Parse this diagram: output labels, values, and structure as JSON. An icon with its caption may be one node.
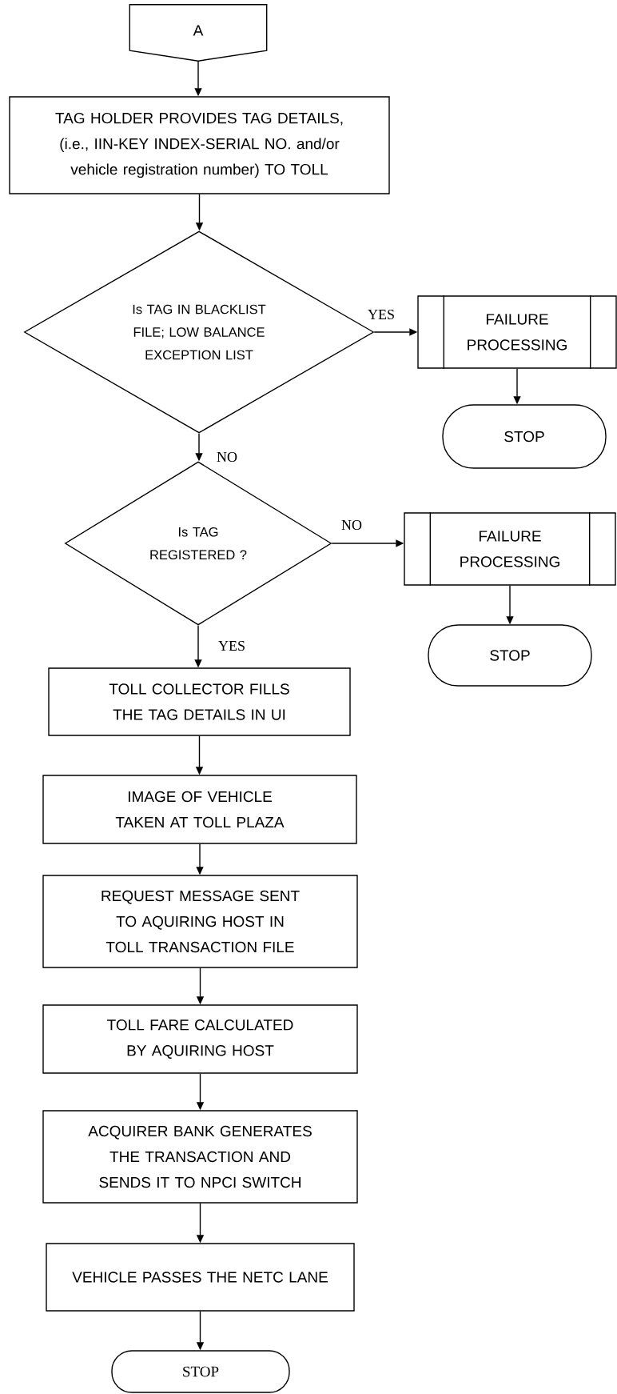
{
  "diagram": {
    "nodes": [
      {
        "text": [
          "A"
        ]
      },
      {
        "text": [
          "TAG HOLDER PROVIDES TAG DETAILS, (i.e., IIN-KEY INDEX-SERIAL NO. and/or vehicle registration number) TO TOLL"
        ]
      },
      {
        "text": [
          "Is TAG IN BLACKLIST FILE; LOW BALANCE EXCEPTION LIST"
        ]
      },
      {
        "text": [
          "FAILURE PROCESSING"
        ]
      },
      {
        "text": [
          "STOP"
        ]
      },
      {
        "text": [
          "Is TAG REGISTERED ?"
        ]
      },
      {
        "text": [
          "FAILURE PROCESSING"
        ]
      },
      {
        "text": [
          "STOP"
        ]
      },
      {
        "text": [
          "TOLL COLLECTOR FILLS THE TAG DETAILS IN UI"
        ]
      },
      {
        "text": [
          "IMAGE OF VEHICLE TAKEN AT TOLL PLAZA"
        ]
      },
      {
        "text": [
          "REQUEST MESSAGE SENT TO AQUIRING HOST IN TOLL TRANSACTION FILE"
        ]
      },
      {
        "text": [
          "TOLL FARE CALCULATED BY AQUIRING HOST"
        ]
      },
      {
        "text": [
          "ACQUIRER BANK GENERATES THE TRANSACTION AND SENDS IT TO NPCI SWITCH"
        ]
      },
      {
        "text": [
          "VEHICLE PASSES THE NETC LANE"
        ]
      },
      {
        "text": [
          "STOP"
        ]
      }
    ],
    "edges": [
      {
        "from": 0,
        "to": 1,
        "arrow": "to"
      },
      {
        "from": 1,
        "to": 2,
        "arrow": "to"
      },
      {
        "from": 2,
        "to": 3,
        "arrow": "to",
        "label": "YES"
      },
      {
        "from": 3,
        "to": 4,
        "arrow": "to"
      },
      {
        "from": 2,
        "to": 5,
        "arrow": "to",
        "label": "NO"
      },
      {
        "from": 5,
        "to": 6,
        "arrow": "to",
        "label": "NO"
      },
      {
        "from": 6,
        "to": 7,
        "arrow": "to"
      },
      {
        "from": 5,
        "to": 8,
        "arrow": "to",
        "label": "YES"
      },
      {
        "from": 8,
        "to": 9,
        "arrow": "to"
      },
      {
        "from": 9,
        "to": 10,
        "arrow": "to"
      },
      {
        "from": 10,
        "to": 11,
        "arrow": "to"
      },
      {
        "from": 11,
        "to": 12,
        "arrow": "to"
      },
      {
        "from": 12,
        "to": 13,
        "arrow": "to"
      },
      {
        "from": 13,
        "to": 14,
        "arrow": "to"
      }
    ]
  }
}
